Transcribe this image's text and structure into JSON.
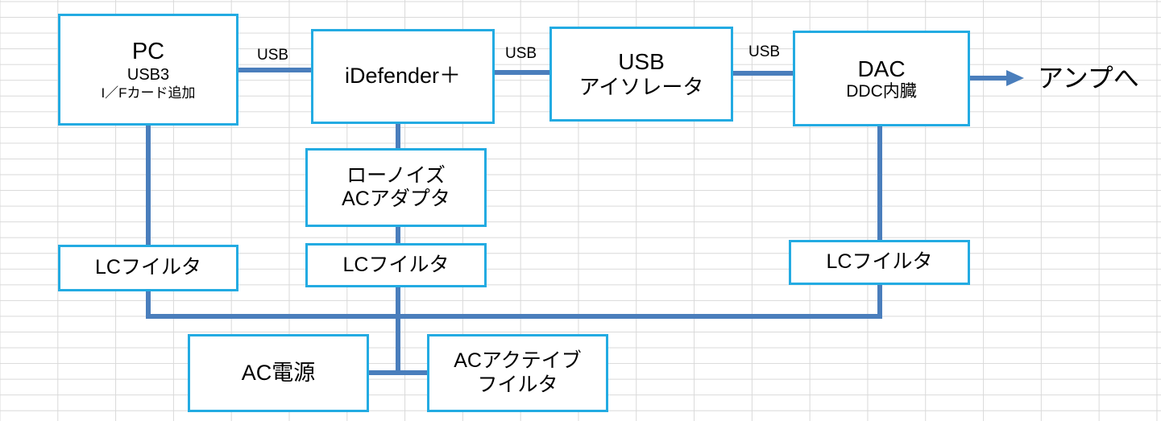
{
  "diagram": {
    "title": "USB audio chain block diagram",
    "colors": {
      "box_border": "#23abe2",
      "connector": "#4a7ebc",
      "grid": "#d9d9d9",
      "background": "#ffffff",
      "text": "#000000"
    },
    "boxes": {
      "pc": {
        "line1": "PC",
        "line2": "USB3",
        "line3": "I／Fカード追加"
      },
      "idefender": {
        "line1": "iDefender＋"
      },
      "usb_isolator": {
        "line1": "USB",
        "line2": "アイソレータ"
      },
      "dac": {
        "line1": "DAC",
        "line2": "DDC内臓"
      },
      "low_noise_ac": {
        "line1": "ローノイズ",
        "line2": "ACアダプタ"
      },
      "lc_filter_left": {
        "line1": "LCフイルタ"
      },
      "lc_filter_mid": {
        "line1": "LCフイルタ"
      },
      "lc_filter_right": {
        "line1": "LCフイルタ"
      },
      "ac_power": {
        "line1": "AC電源"
      },
      "ac_active_filter": {
        "line1": "ACアクテイブ",
        "line2": "フイルタ"
      }
    },
    "labels": {
      "usb_1": "USB",
      "usb_2": "USB",
      "usb_3": "USB",
      "amp_out": "アンプへ"
    },
    "icons": {
      "output_arrow": "arrow-right-icon"
    }
  }
}
